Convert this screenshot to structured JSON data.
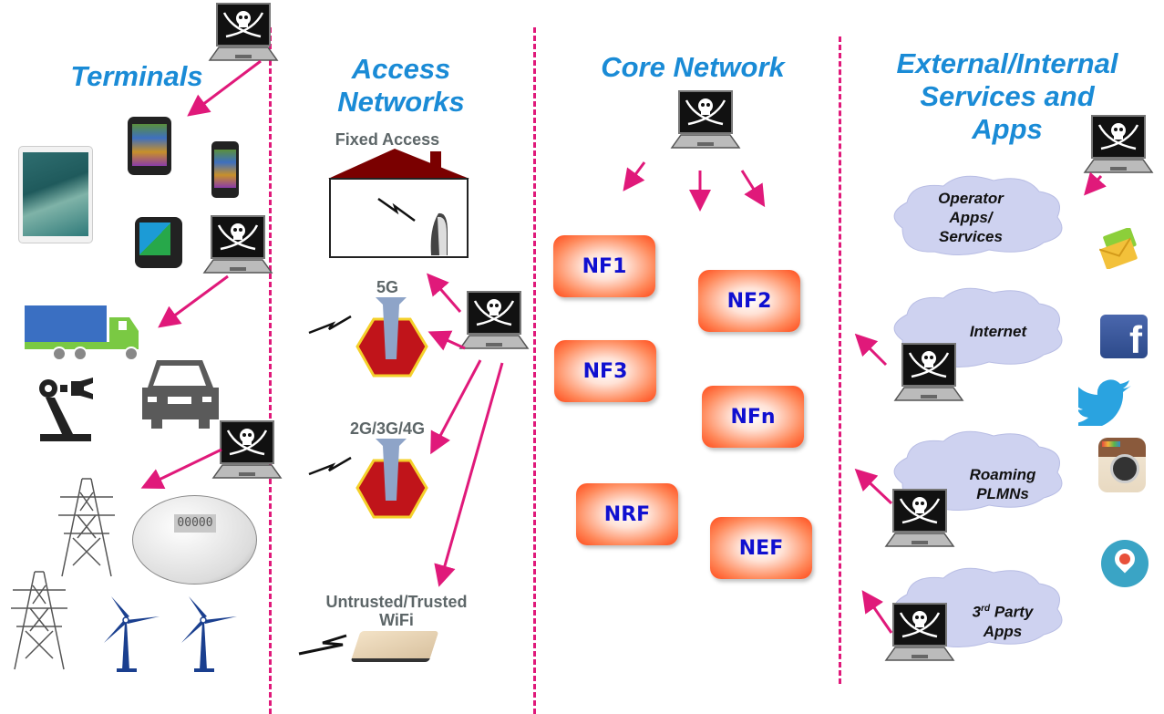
{
  "headings": {
    "terminals": "Terminals",
    "access_networks": [
      "Access",
      "Networks"
    ],
    "core_network": "Core Network",
    "services": [
      "External/Internal",
      "Services and",
      "Apps"
    ]
  },
  "access": {
    "fixed_access": "Fixed Access",
    "fiveg": "5G",
    "legacy": "2G/3G/4G",
    "wifi": [
      "Untrusted/Trusted",
      "WiFi"
    ]
  },
  "core": {
    "network_functions": [
      {
        "label": "NF1"
      },
      {
        "label": "NF2"
      },
      {
        "label": "NF3"
      },
      {
        "label": "NFn"
      },
      {
        "label": "NRF"
      },
      {
        "label": "NEF"
      }
    ]
  },
  "services": {
    "clouds": [
      {
        "lines": [
          "Operator",
          "Apps/",
          "Services"
        ]
      },
      {
        "lines": [
          "Internet"
        ]
      },
      {
        "lines": [
          "Roaming",
          "PLMNs"
        ]
      },
      {
        "lines": [
          "3rd Party",
          "Apps"
        ],
        "superscript": "rd"
      }
    ]
  },
  "terminals": {
    "devices": [
      "tablet",
      "smartphone",
      "smartphone-small",
      "smartwatch",
      "truck",
      "car",
      "robot-arm",
      "power-pylon",
      "smart-meter",
      "power-pylon",
      "wind-turbine",
      "wind-turbine"
    ],
    "meter_reading": "00000"
  },
  "app_icons": [
    "email",
    "facebook",
    "twitter",
    "instagram",
    "periscope"
  ],
  "colors": {
    "heading": "#1a8bd6",
    "arrow": "#e0197a",
    "divider": "#e0197a",
    "nf_text": "#1010d0",
    "nf_fill": "#ff4a1a",
    "house_roof": "#7a0000",
    "tower_base": "#c0141a",
    "cloud": "#c9cdee"
  }
}
